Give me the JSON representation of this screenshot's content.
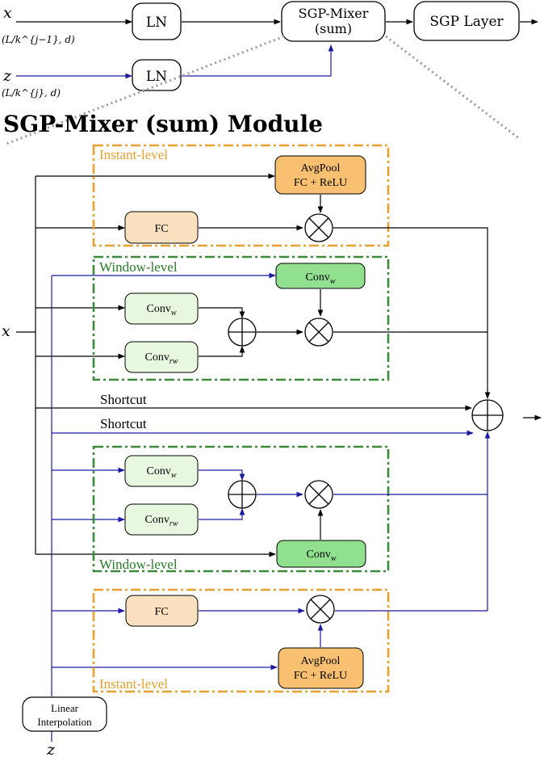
{
  "top": {
    "x_var": "x",
    "x_dim": "(L/k^{j−1}, d)",
    "z_var": "z",
    "z_dim": "(L/k^{j}, d)",
    "ln_label": "LN",
    "mixer_line1": "SGP-Mixer",
    "mixer_line2": "(sum)",
    "sgp_layer": "SGP Layer"
  },
  "module_title": "SGP-Mixer (sum) Module",
  "x_input": "x",
  "z_input": "z",
  "instant_level": "Instant-level",
  "window_level": "Window-level",
  "avgpool_line1": "AvgPool",
  "avgpool_line2": "FC + ReLU",
  "fc": "FC",
  "conv_base": "Conv",
  "sub_w": "w",
  "sub_rw": "rw",
  "shortcut": "Shortcut",
  "linear_line1": "Linear",
  "linear_line2": "Interpolation",
  "colors": {
    "black_path": "#000000",
    "blue_path": "#1a1aa0",
    "instant_border": "#e8a030",
    "window_border": "#3a8a3a",
    "avgpool_fill": "#f8c070",
    "fc_fill": "#fbe0c0",
    "conv_light_fill": "#e8f8e0",
    "conv_dark_fill": "#90e090"
  }
}
